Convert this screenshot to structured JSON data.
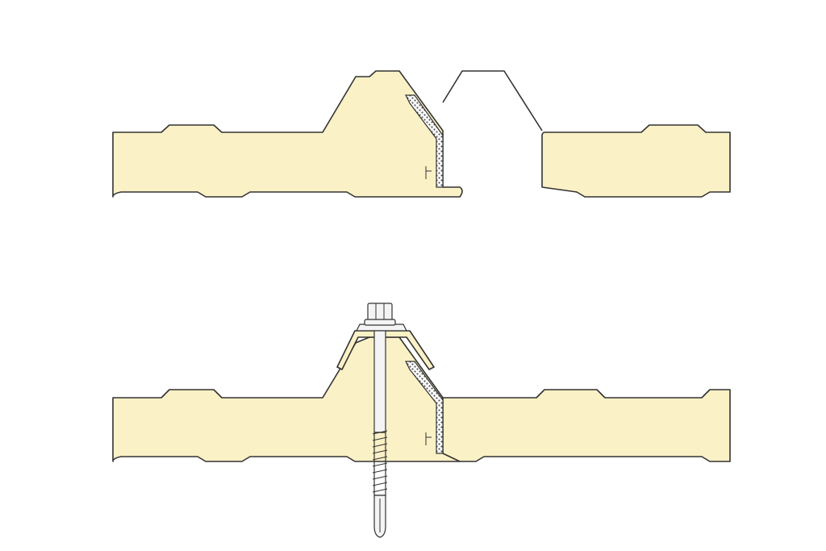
{
  "figure": {
    "kind": "technical-drawing",
    "subject": "sandwich-panel-joint",
    "views": [
      "before-assembly",
      "after-assembly"
    ]
  },
  "colors": {
    "background": "#ffffff",
    "foam_core": "#fbf1c6",
    "outline": "#333333",
    "gasket_fill": "#ffffff",
    "gasket_dots": "#555555",
    "screw_fill": "#f4f4f4"
  },
  "icons": {
    "fastener": "self-drilling-screw-icon",
    "seal": "foam-gasket-icon"
  }
}
